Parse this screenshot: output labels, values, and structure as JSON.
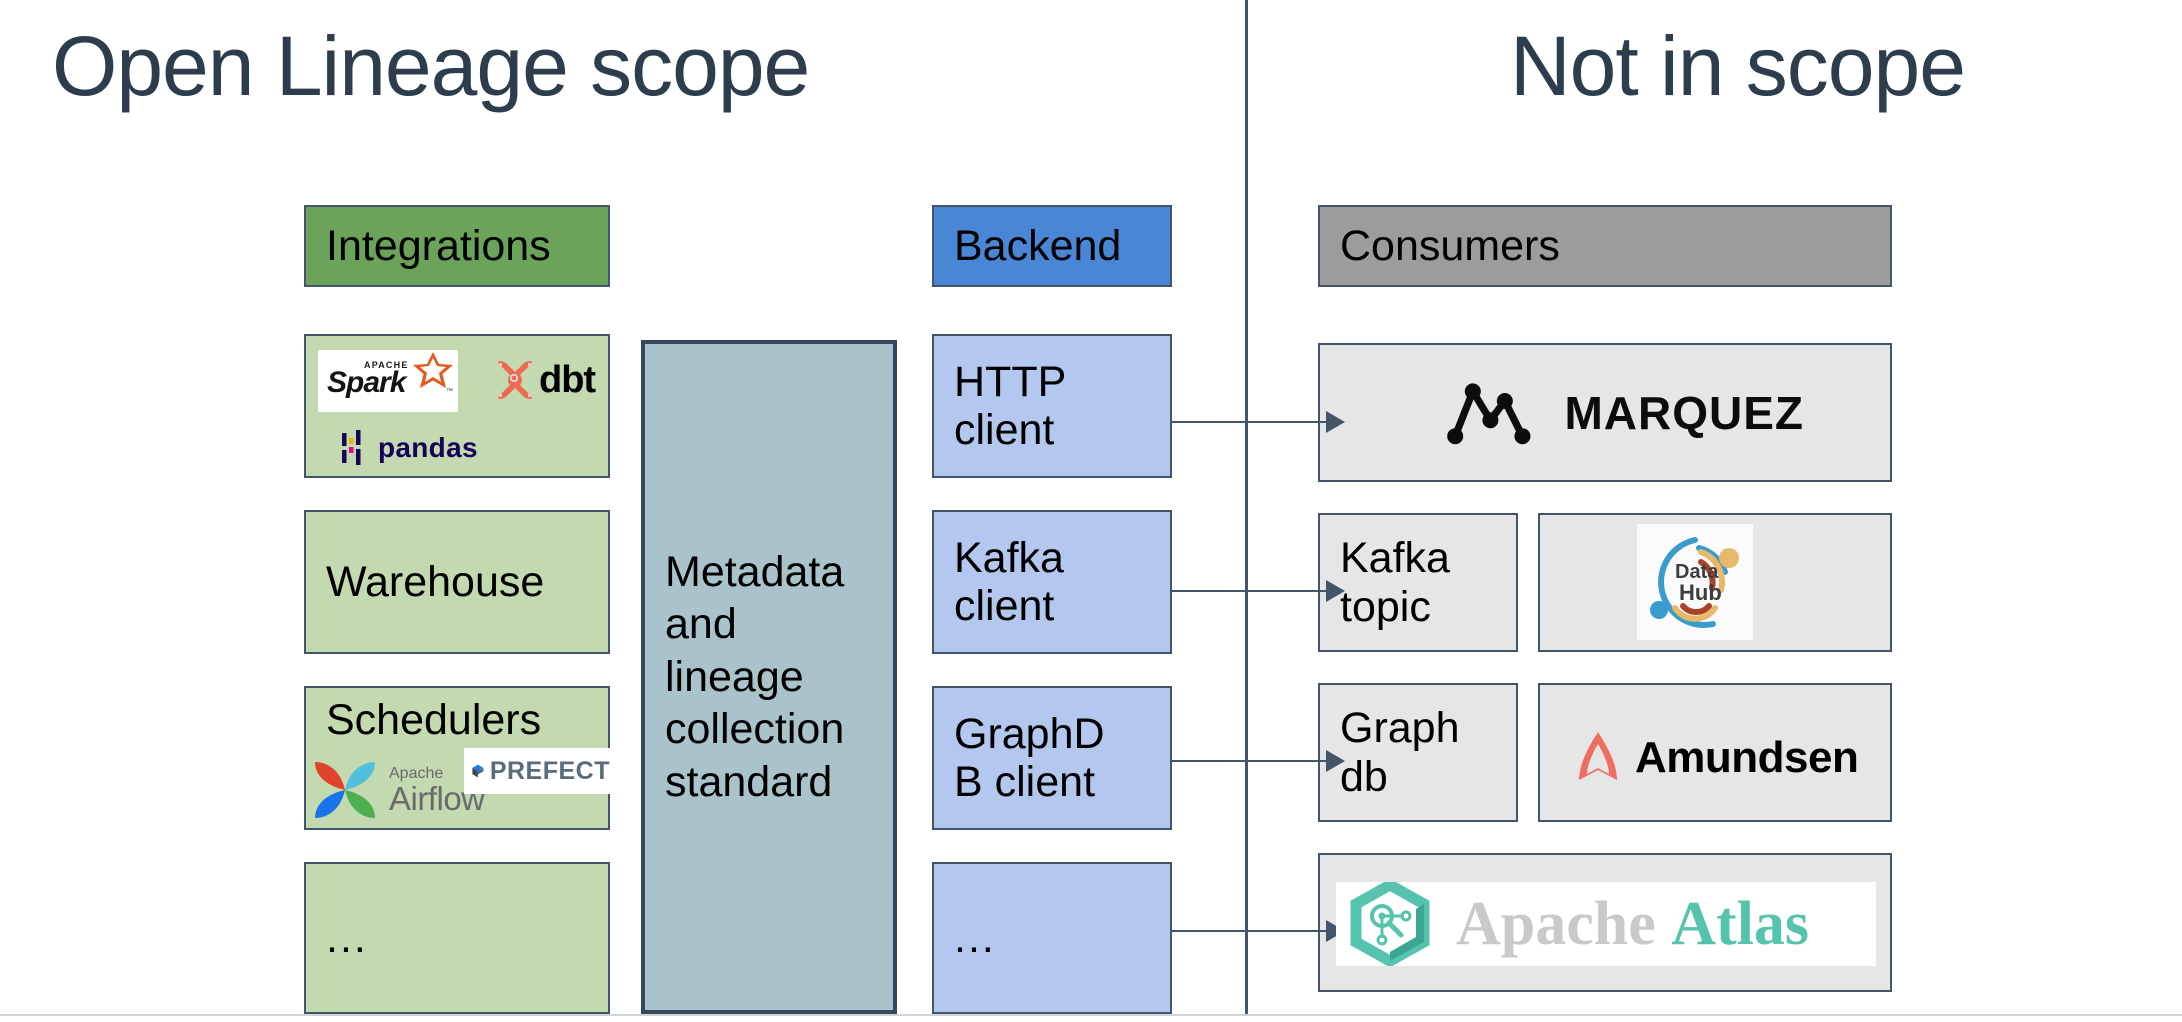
{
  "titles": {
    "left": "Open Lineage scope",
    "right": "Not in scope"
  },
  "columns": {
    "integrations": {
      "header": "Integrations",
      "items": [
        {
          "label": "",
          "logos": [
            "spark-logo",
            "dbt-logo",
            "pandas-logo"
          ]
        },
        {
          "label": "Warehouse",
          "logos": []
        },
        {
          "label": "Schedulers",
          "logos": [
            "airflow-logo",
            "prefect-logo"
          ]
        },
        {
          "label": "...",
          "logos": []
        }
      ]
    },
    "standard": {
      "label": "Metadata and lineage collection standard"
    },
    "backend": {
      "header": "Backend",
      "items": [
        {
          "label": "HTTP client"
        },
        {
          "label": "Kafka client"
        },
        {
          "label": "GraphD B client"
        },
        {
          "label": "..."
        }
      ]
    },
    "consumers": {
      "header": "Consumers",
      "items": [
        {
          "label": "",
          "logos": [
            "marquez-logo"
          ]
        },
        {
          "label": "Kafka topic",
          "logos": []
        },
        {
          "label": "",
          "logos": [
            "datahub-logo"
          ]
        },
        {
          "label": "Graph db",
          "logos": []
        },
        {
          "label": "",
          "logos": [
            "amundsen-logo"
          ]
        },
        {
          "label": "",
          "logos": [
            "apache-atlas-logo"
          ]
        }
      ]
    }
  },
  "logos": {
    "spark": {
      "top": "APACHE",
      "name": "Spark",
      "tm": "™"
    },
    "dbt": {
      "name": "dbt"
    },
    "pandas": {
      "name": "pandas"
    },
    "airflow": {
      "top": "Apache",
      "name": "Airflow"
    },
    "prefect": {
      "name": "PREFECT"
    },
    "marquez": {
      "name": "MARQUEZ"
    },
    "datahub": {
      "line1": "Data",
      "line2": "Hub"
    },
    "amundsen": {
      "name": "Amundsen"
    },
    "atlas": {
      "word1": "Apache",
      "word2": "Atlas"
    }
  },
  "colors": {
    "title": "#2e3d4d",
    "divider": "#44546a",
    "integrations_header": "#6aa359",
    "integrations_body": "#c3d9b0",
    "standard_body": "#aac3cb",
    "backend_header": "#4a86d6",
    "backend_body": "#b4c7ef",
    "consumers_header": "#9c9c9c",
    "consumers_body": "#e6e6e6",
    "dbt_accent": "#ef6a53",
    "amundsen_accent": "#ef6e61",
    "atlas_accent": "#56c4ad",
    "pandas_accent": "#150458"
  },
  "arrows": [
    {
      "from": "HTTP client",
      "to": "MARQUEZ"
    },
    {
      "from": "Kafka client",
      "to": "Kafka topic"
    },
    {
      "from": "GraphDB client",
      "to": "Graph db"
    },
    {
      "from": "...",
      "to": "Apache Atlas"
    }
  ]
}
